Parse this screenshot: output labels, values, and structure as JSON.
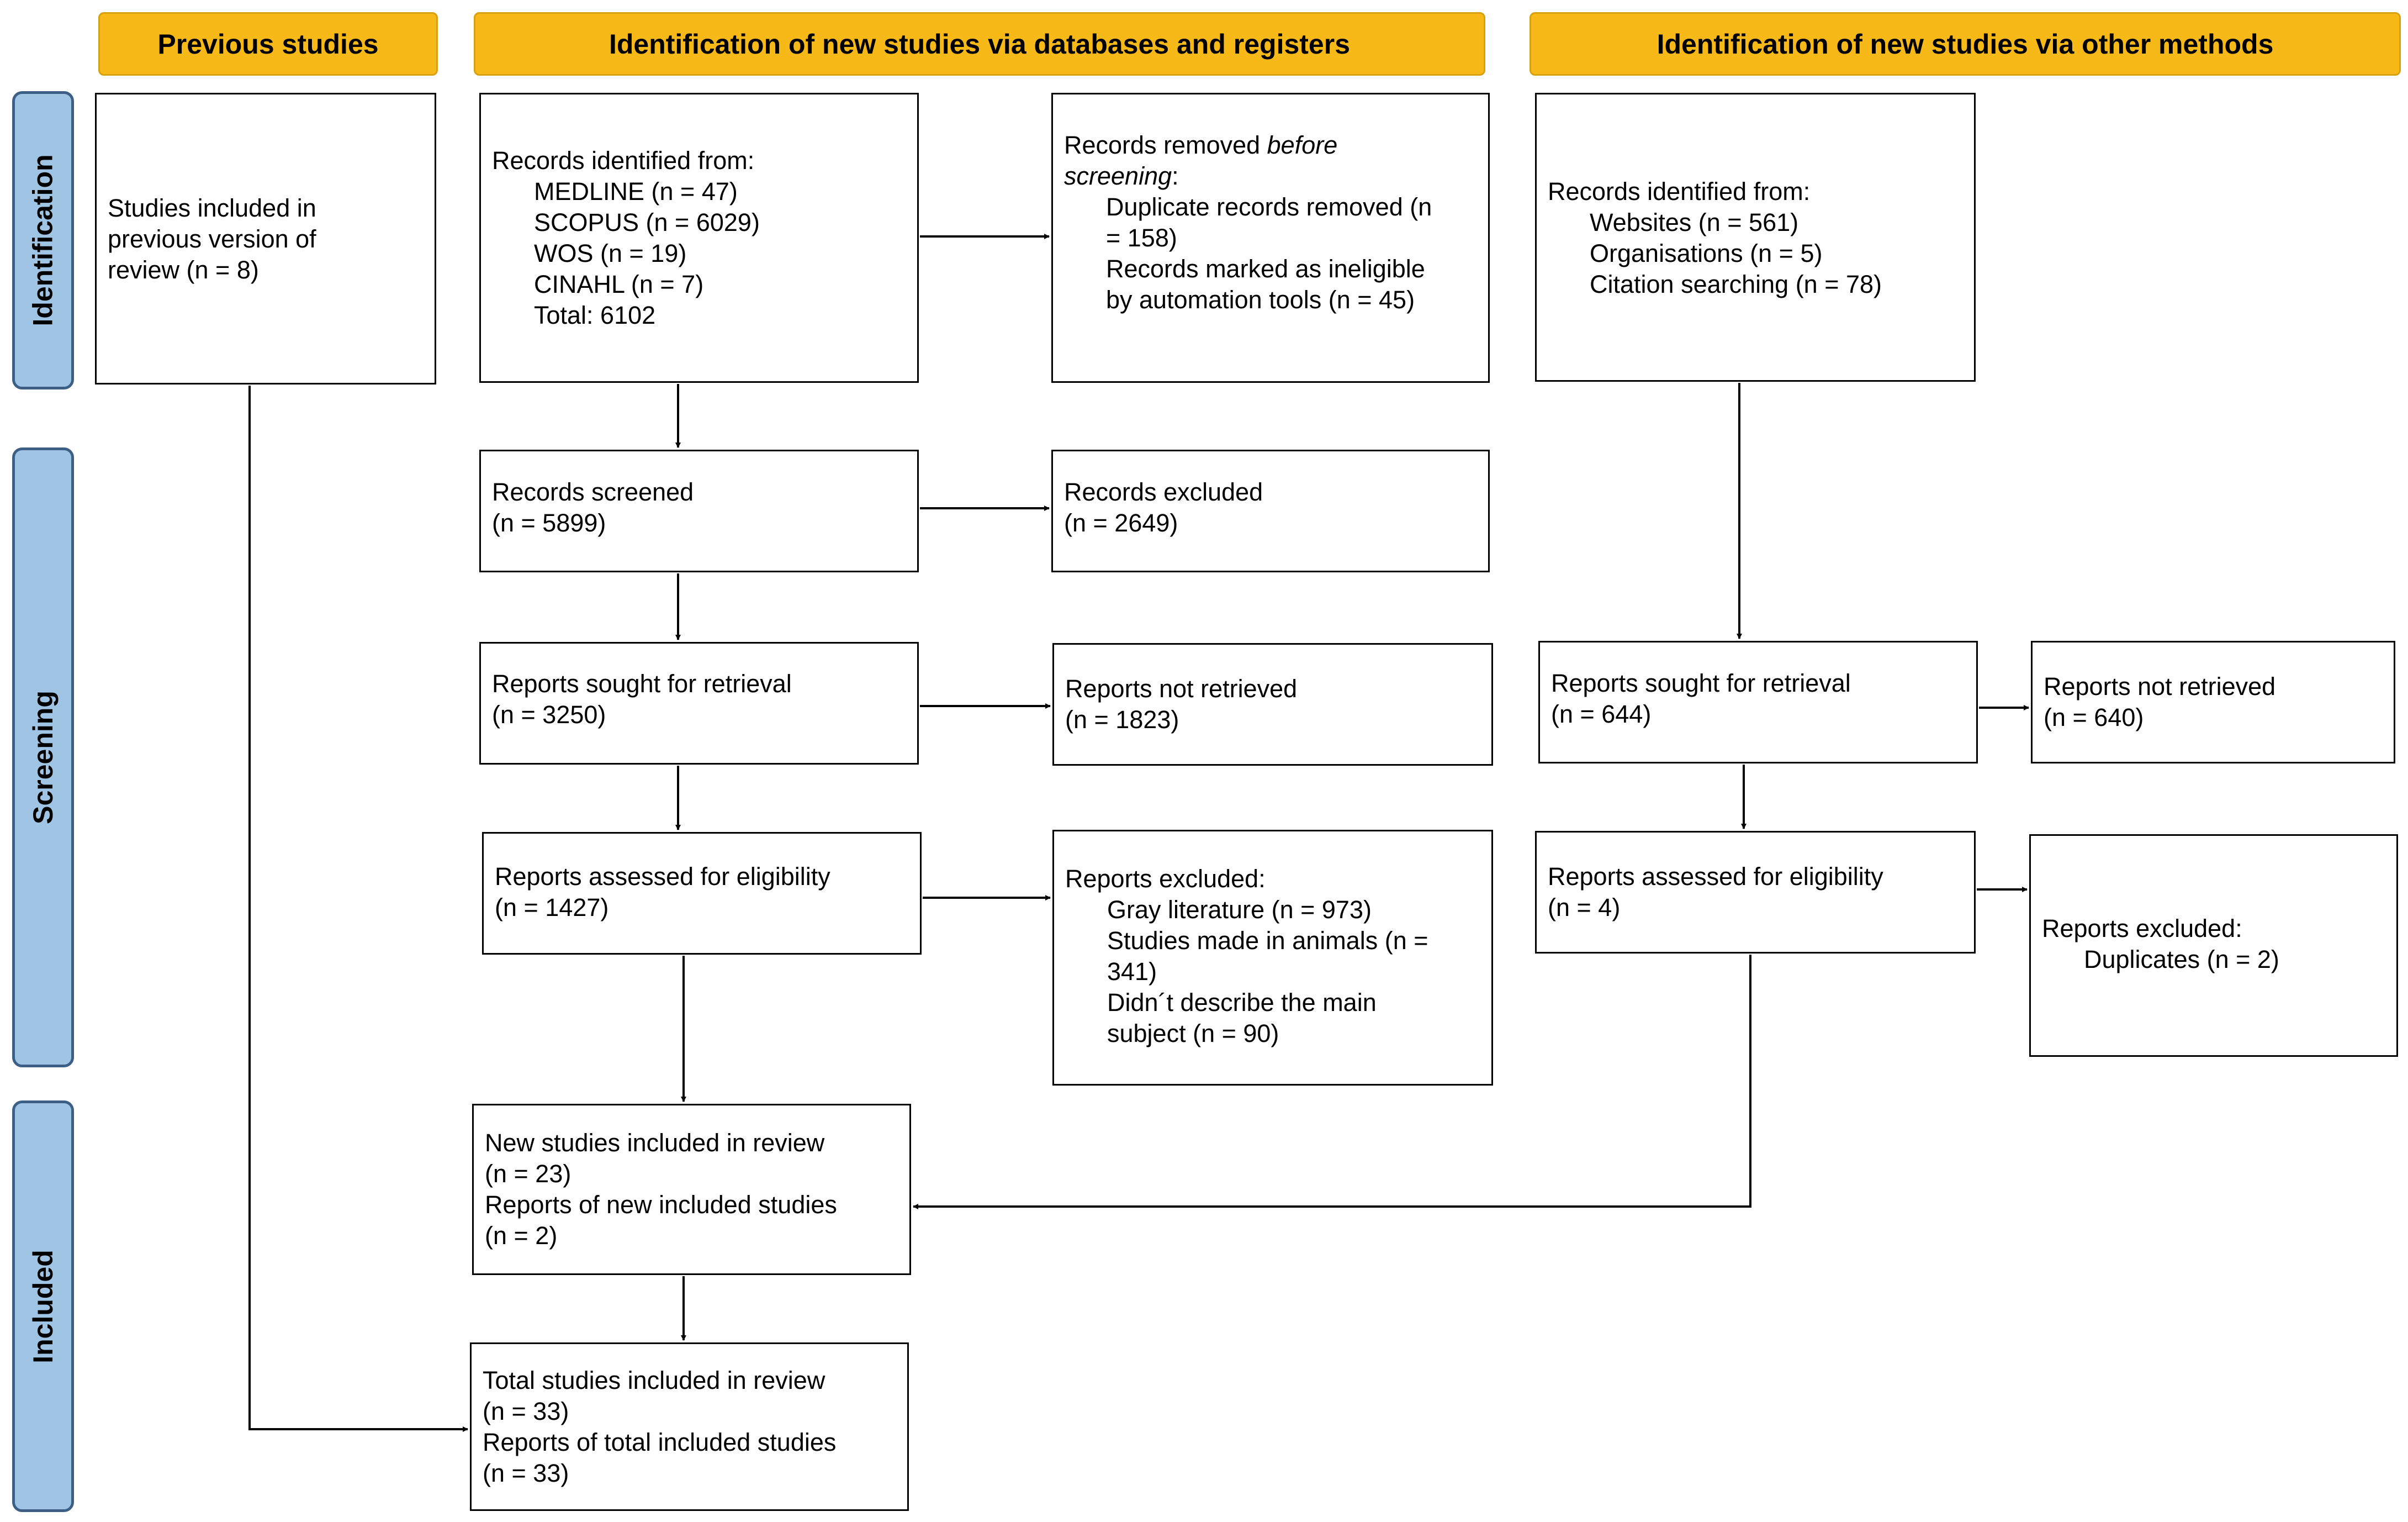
{
  "headers": {
    "previous": "Previous studies",
    "databases": "Identification of new studies via databases and registers",
    "other": "Identification of new studies via other methods"
  },
  "phases": {
    "identification": "Identification",
    "screening": "Screening",
    "included": "Included"
  },
  "previous_box": {
    "lines": [
      "Studies included in",
      "previous version of",
      "review (n = 8)"
    ]
  },
  "db": {
    "identified": {
      "title": "Records identified from:",
      "items": [
        "MEDLINE (n = 47)",
        "SCOPUS (n = 6029)",
        "WOS (n = 19)",
        "CINAHL (n = 7)",
        "Total: 6102"
      ]
    },
    "removed": {
      "title_plain": "Records removed ",
      "title_italic": "before",
      "title_italic2": "screening",
      "title_tail": ":",
      "items": [
        "Duplicate records removed (n",
        "= 158)",
        "Records marked as ineligible",
        "by automation tools (n = 45)"
      ]
    },
    "screened": {
      "title": "Records screened",
      "n": "(n = 5899)"
    },
    "excluded": {
      "title": "Records excluded",
      "n": "(n = 2649)"
    },
    "sought": {
      "title": "Reports sought for retrieval",
      "n": "(n = 3250)"
    },
    "not_retrieved": {
      "title": "Reports not retrieved",
      "n": "(n = 1823)"
    },
    "assessed": {
      "title": "Reports assessed for eligibility",
      "n": "(n = 1427)"
    },
    "reports_excluded": {
      "title": "Reports excluded:",
      "items": [
        "Gray literature (n = 973)",
        "Studies made in animals (n =",
        "341)",
        "Didn´t describe the main",
        "subject (n = 90)"
      ]
    },
    "new_included": {
      "lines": [
        "New studies included in review",
        "(n = 23)",
        "Reports of new included studies",
        "(n = 2)"
      ]
    },
    "total_included": {
      "lines": [
        "Total studies included in review",
        "(n = 33)",
        "Reports of total included studies",
        "(n = 33)"
      ]
    }
  },
  "other": {
    "identified": {
      "title": "Records identified from:",
      "items": [
        "Websites (n = 561)",
        "Organisations (n = 5)",
        "Citation searching (n = 78)"
      ]
    },
    "sought": {
      "title": "Reports sought for retrieval",
      "n": "(n = 644)"
    },
    "not_retrieved": {
      "title": "Reports not retrieved",
      "n": "(n = 640)"
    },
    "assessed": {
      "title": "Reports assessed for eligibility",
      "n": "(n = 4)"
    },
    "reports_excluded": {
      "title": "Reports excluded:",
      "items": [
        "Duplicates (n = 2)"
      ]
    }
  }
}
